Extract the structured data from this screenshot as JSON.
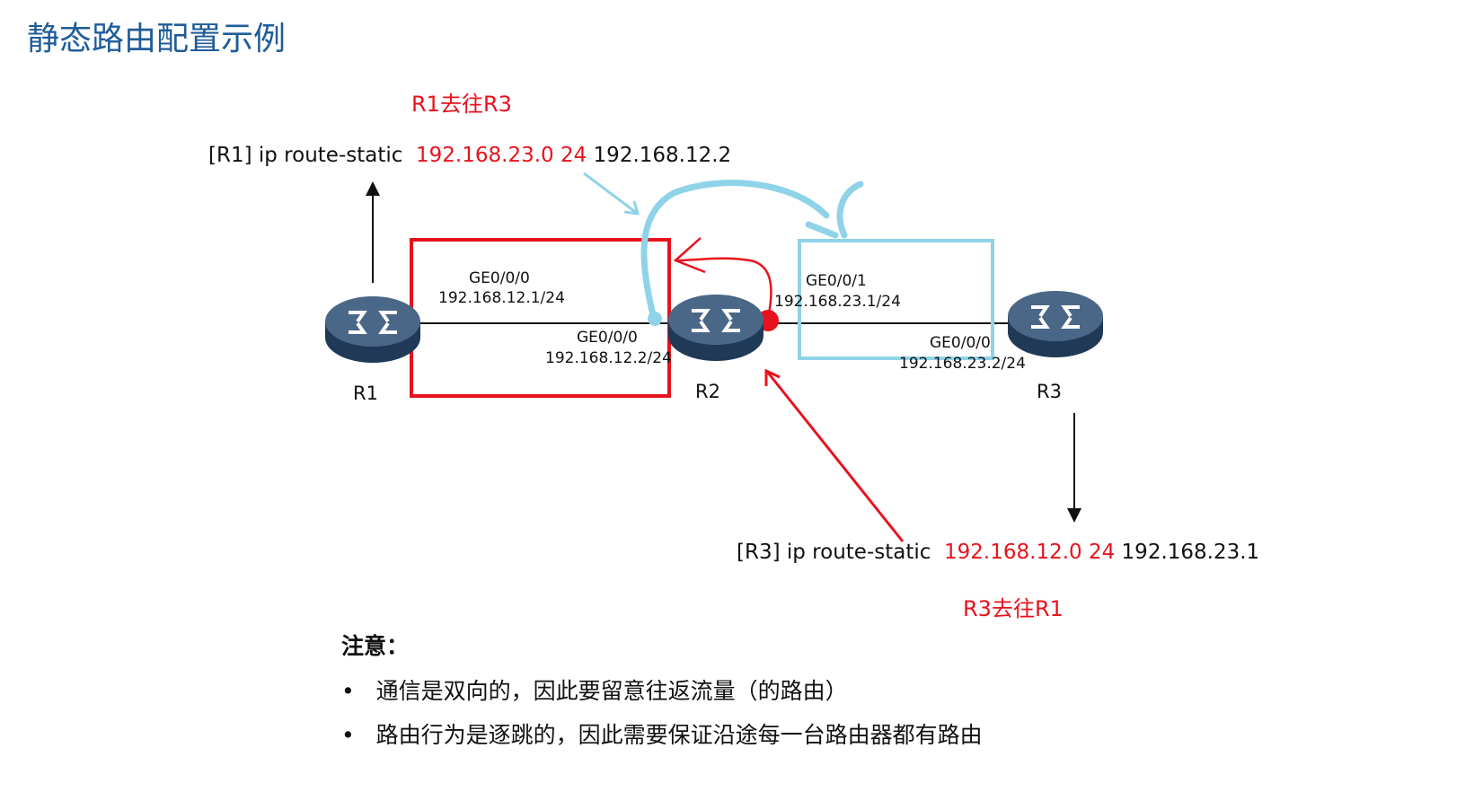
{
  "title": "静态路由配置示例",
  "annotation_top": "R1去往R3",
  "annotation_bottom": "R3去往R1",
  "r1_command": {
    "prefix": "[R1] ip route-static",
    "dest": "192.168.23.0 24",
    "nexthop": "192.168.12.2"
  },
  "r3_command": {
    "prefix": "[R3] ip route-static",
    "dest": "192.168.12.0 24",
    "nexthop": "192.168.23.1"
  },
  "routers": [
    "R1",
    "R2",
    "R3"
  ],
  "interfaces": {
    "r1_if": {
      "name": "GE0/0/0",
      "ip": "192.168.12.1/24"
    },
    "r2_if0": {
      "name": "GE0/0/0",
      "ip": "192.168.12.2/24"
    },
    "r2_if1": {
      "name": "GE0/0/1",
      "ip": "192.168.23.1/24"
    },
    "r3_if": {
      "name": "GE0/0/0",
      "ip": "192.168.23.2/24"
    }
  },
  "notes": {
    "heading": "注意：",
    "bullets": [
      "通信是双向的，因此要留意往返流量（的路由）",
      "路由行为是逐跳的，因此需要保证沿途每一台路由器都有路由"
    ]
  },
  "colors": {
    "title": "#1f5c99",
    "red": "#e8121c",
    "cyan": "#8fd3e8",
    "router": "#3f5b7a"
  }
}
